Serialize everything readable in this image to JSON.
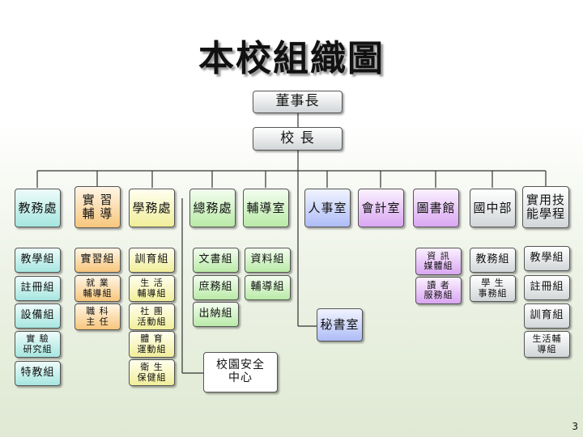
{
  "title": "本校組織圖",
  "nodes": {
    "board": "董事長",
    "principal": "校 長",
    "academic": "教務處",
    "internship": "實 習\n輔 導",
    "student_affairs": "學務處",
    "general_affairs": "總務處",
    "counseling": "輔導室",
    "personnel": "人事室",
    "accounting": "會計室",
    "library": "圖書館",
    "junior_high": "國中部",
    "practical": "實用技\n能學程",
    "acad_teaching": "教學組",
    "acad_registration": "註冊組",
    "acad_equipment": "設備組",
    "acad_research": "實 驗\n研究組",
    "acad_special": "特教組",
    "intern_practice": "實習組",
    "intern_employment": "就 業\n輔導組",
    "intern_branch": "職 科\n主 任",
    "sa_discipline": "訓育組",
    "sa_life": "生 活\n輔導組",
    "sa_activities": "社 團\n活動組",
    "sa_pe": "體 育\n運動組",
    "sa_health": "衛 生\n保健組",
    "ga_documents": "文書組",
    "ga_general": "庶務組",
    "ga_cashier": "出納組",
    "co_data": "資料組",
    "co_guidance": "輔導組",
    "secretary": "秘書室",
    "campus_safety": "校園安全\n中心",
    "lib_media": "資 訊\n媒體組",
    "lib_reader": "讀 者\n服務組",
    "jh_academic": "教務組",
    "jh_student": "學 生\n事務組",
    "pr_teaching": "教學組",
    "pr_registration": "註冊組",
    "pr_discipline": "訓育組",
    "pr_life": "生活輔\n導組"
  },
  "colors": {
    "teal": "#a6e6e0",
    "orange": "#f7c67c",
    "yellow": "#f1ee9a",
    "green": "#b9eaa7",
    "blue": "#aebcf6",
    "purple": "#d9a6f1",
    "gray": "#d2d6d8"
  },
  "page_number": "3"
}
